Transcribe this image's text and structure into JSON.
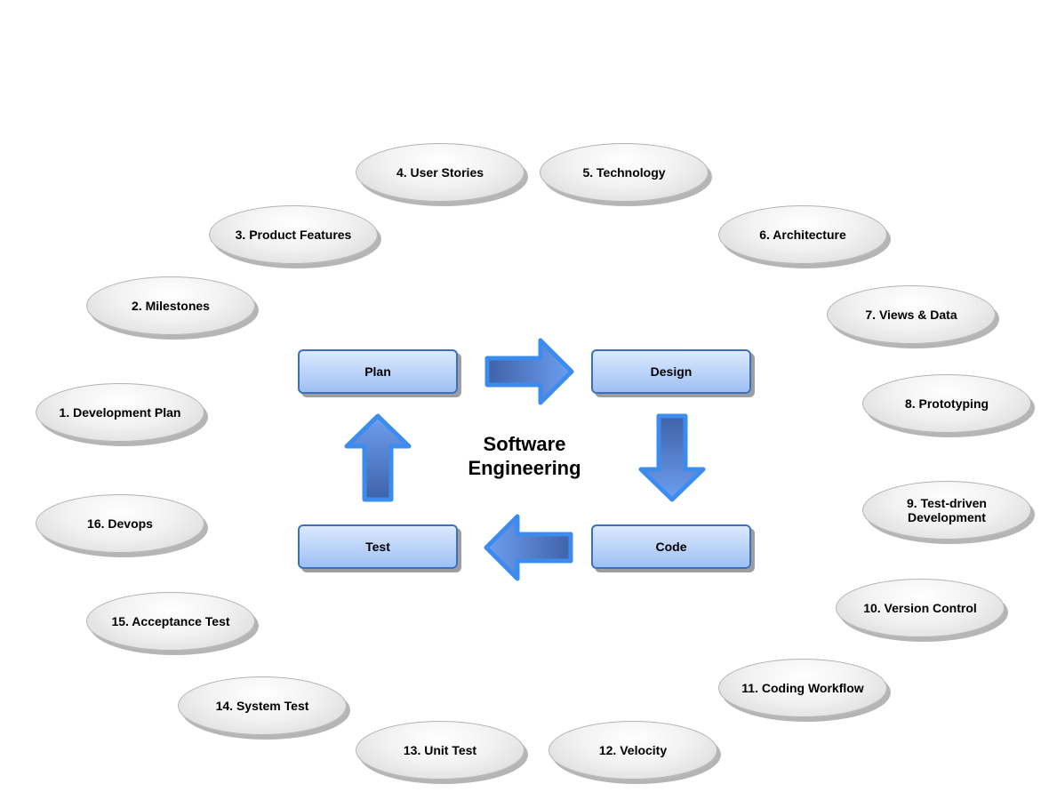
{
  "center_title": "Software\nEngineering",
  "phases": {
    "plan": "Plan",
    "design": "Design",
    "code": "Code",
    "test": "Test"
  },
  "steps": [
    "1. Development Plan",
    "2. Milestones",
    "3. Product Features",
    "4. User Stories",
    "5.  Technology",
    "6.  Architecture",
    "7.  Views & Data",
    "8.  Prototyping",
    "9.  Test-driven\nDevelopment",
    "10.  Version Control",
    "11.  Coding Workflow",
    "12. Velocity",
    "13.  Unit Test",
    "14. System Test",
    "15.  Acceptance Test",
    "16. Devops"
  ],
  "colors": {
    "phase_border": "#3b6fc2",
    "phase_fill_top": "#dce9ff",
    "phase_fill_bottom": "#9ec0f4",
    "arrow_fill_dark": "#3f62a8",
    "arrow_fill_light": "#6e9ef0",
    "arrow_stroke": "#3c8cf0",
    "ellipse_border": "#b3b3b3"
  }
}
